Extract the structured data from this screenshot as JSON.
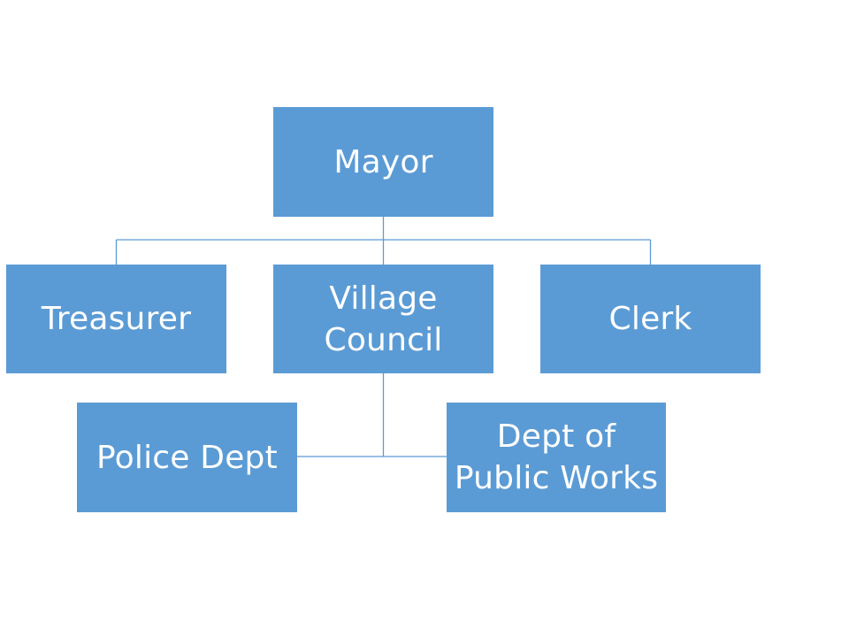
{
  "colors": {
    "box_fill": "#5b9bd5",
    "connector": "#5b9bd5",
    "text": "#ffffff",
    "background": "#ffffff"
  },
  "nodes": {
    "mayor": {
      "lines": [
        "Mayor"
      ]
    },
    "treasurer": {
      "lines": [
        "Treasurer"
      ]
    },
    "council": {
      "lines": [
        "Village",
        "Council"
      ]
    },
    "clerk": {
      "lines": [
        "Clerk"
      ]
    },
    "police": {
      "lines": [
        "Police Dept"
      ]
    },
    "publicworks": {
      "lines": [
        "Dept of",
        "Public Works"
      ]
    }
  }
}
